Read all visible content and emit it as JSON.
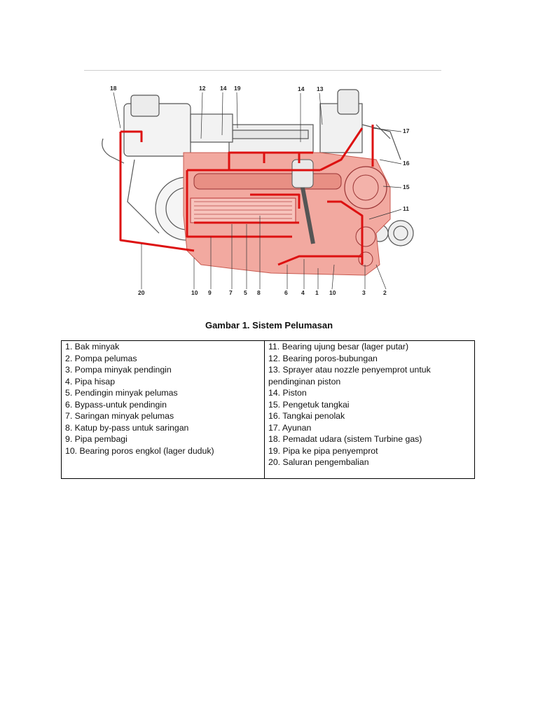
{
  "figure": {
    "labels": {
      "top": [
        "18",
        "12",
        "14",
        "19",
        "14",
        "13"
      ],
      "right": [
        "17",
        "16",
        "15",
        "11"
      ],
      "bottom": [
        "20",
        "10",
        "9",
        "7",
        "5",
        "8",
        "6",
        "4",
        "1",
        "10",
        "3",
        "2"
      ]
    }
  },
  "caption": "Gambar 1. Sistem Pelumasan",
  "legend": {
    "left": [
      "1. Bak minyak",
      "2. Pompa pelumas",
      "3. Pompa minyak pendingin",
      "4. Pipa hisap",
      "5. Pendingin minyak pelumas",
      "6. Bypass-untuk pendingin",
      "7. Saringan minyak pelumas",
      "8. Katup by-pass untuk saringan",
      "9. Pipa pembagi",
      "10. Bearing poros engkol (lager duduk)"
    ],
    "right": [
      "11. Bearing ujung besar (lager putar)",
      "12. Bearing poros-bubungan",
      "13. Sprayer atau nozzle penyemprot untuk pendinginan piston",
      "14. Piston",
      "15. Pengetuk tangkai",
      "16. Tangkai penolak",
      "17. Ayunan",
      "18. Pemadat udara (sistem Turbine gas)",
      "19. Pipa ke pipa penyemprot",
      "20. Saluran pengembalian"
    ]
  }
}
